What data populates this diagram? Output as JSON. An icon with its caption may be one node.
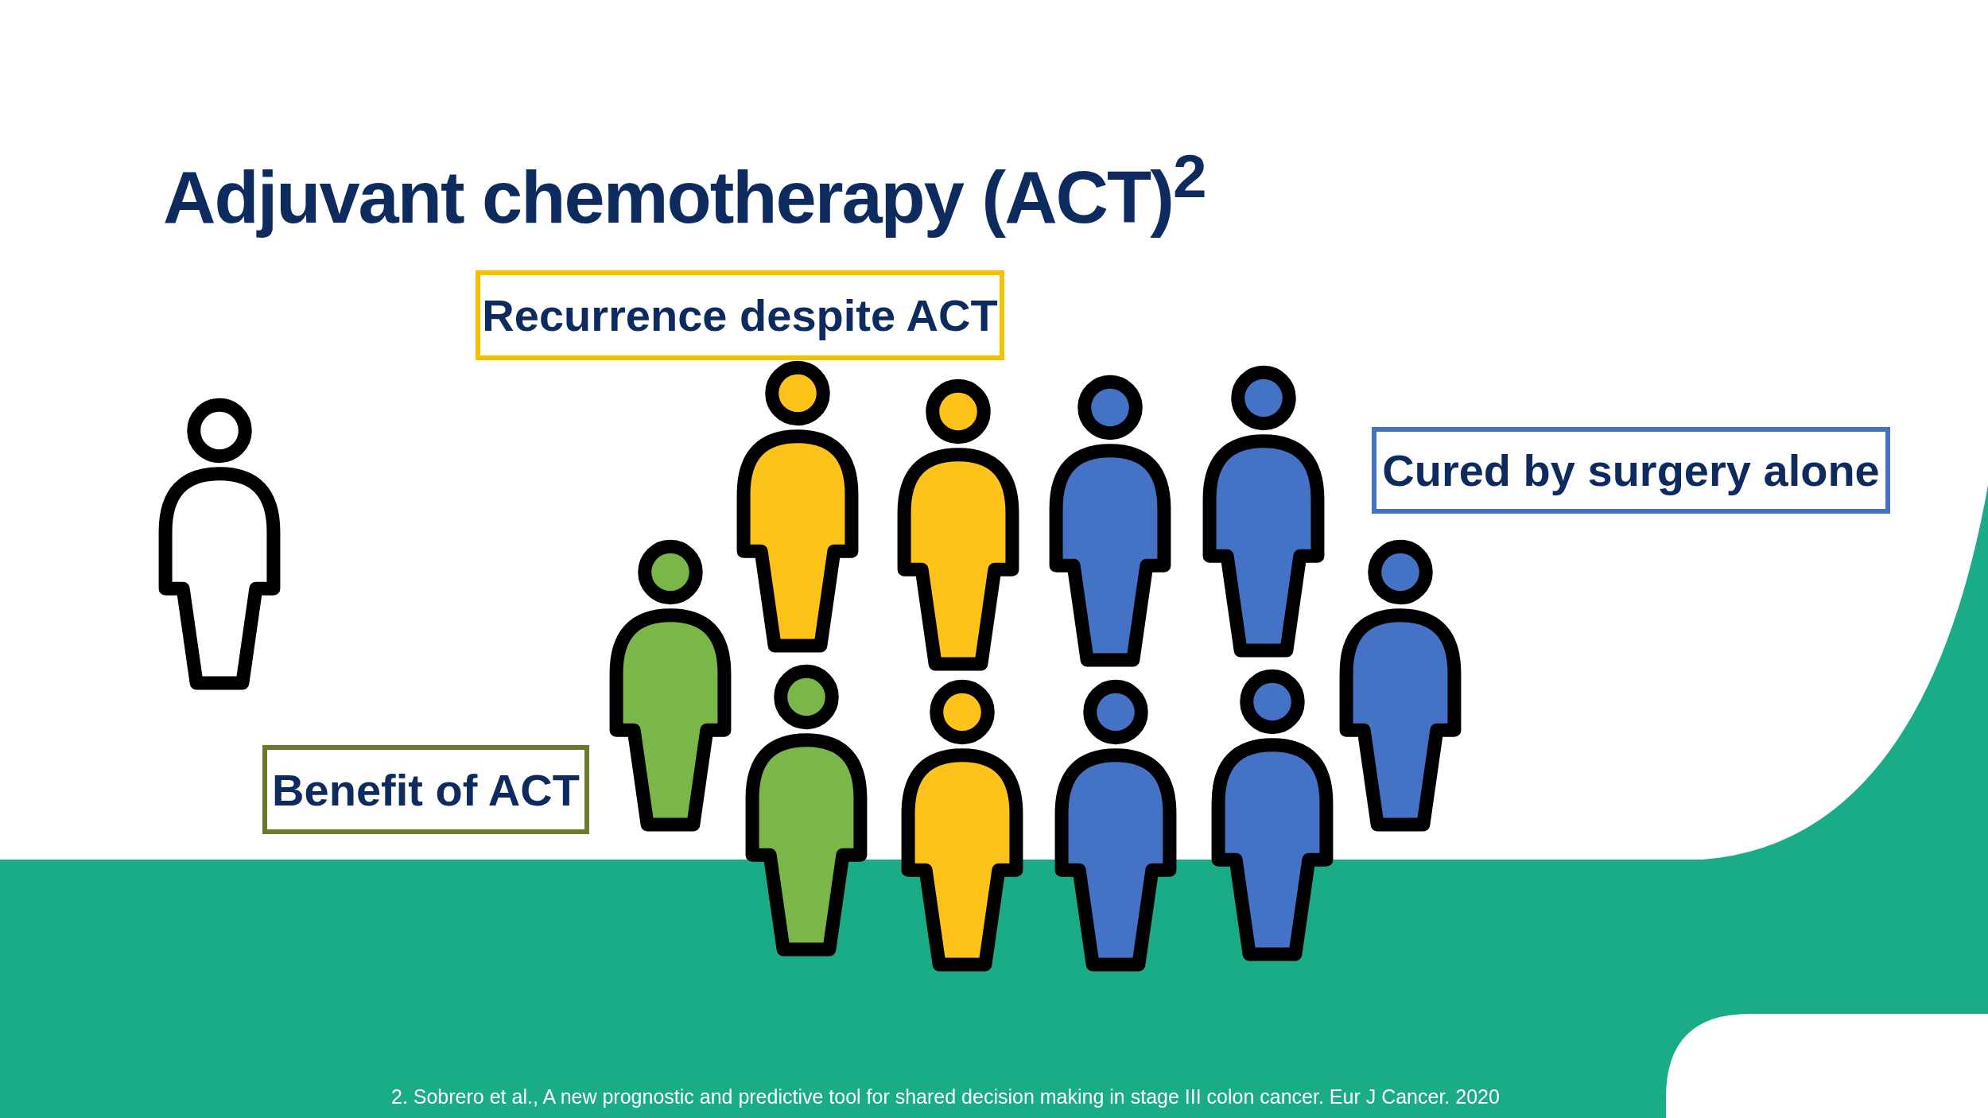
{
  "diagram": {
    "title": "Adjuvant chemotherapy (ACT)$^{2}$",
    "caption": "2. Sobrero et al., A new prognostic and predictive tool for shared decision making in stage III colon cancer. Eur J Cancer. 2020",
    "nodes": [
      {
        "text": [
          "Recurrence despite ACT"
        ]
      },
      {
        "text": [
          "Cured by surgery alone"
        ]
      },
      {
        "text": [
          "Benefit of ACT"
        ]
      },
      {
        "text": [],
        "shape": "person"
      },
      {
        "text": [],
        "shape": "person"
      },
      {
        "text": [],
        "shape": "person"
      },
      {
        "text": [],
        "shape": "person"
      },
      {
        "text": [],
        "shape": "person"
      },
      {
        "text": [],
        "shape": "person"
      },
      {
        "text": [],
        "shape": "person"
      },
      {
        "text": [],
        "shape": "person"
      },
      {
        "text": [],
        "shape": "person"
      },
      {
        "text": [],
        "shape": "person"
      },
      {
        "text": [],
        "shape": "person"
      }
    ]
  }
}
